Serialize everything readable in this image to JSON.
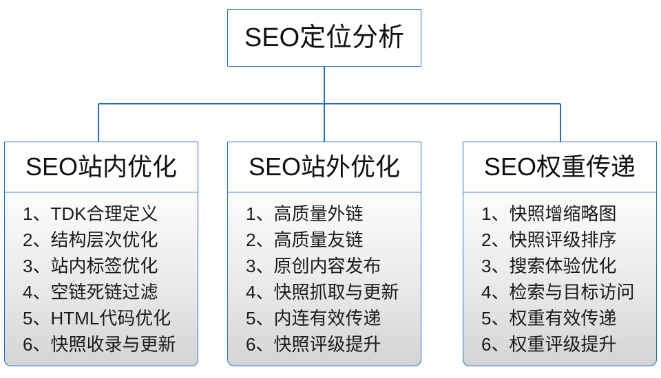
{
  "diagram": {
    "title_node": {
      "label": "SEO定位分析"
    },
    "accent_color": "#1F6FC4",
    "branches": [
      {
        "header": "SEO站内优化",
        "items": [
          "1、TDK合理定义",
          "2、结构层次优化",
          "3、站内标签优化",
          "4、空链死链过滤",
          "5、HTML代码优化",
          "6、快照收录与更新"
        ]
      },
      {
        "header": "SEO站外优化",
        "items": [
          "1、高质量外链",
          "2、高质量友链",
          "3、原创内容发布",
          "4、快照抓取与更新",
          "5、内连有效传递",
          "6、快照评级提升"
        ]
      },
      {
        "header": "SEO权重传递",
        "items": [
          "1、快照增缩略图",
          "2、快照评级排序",
          "3、搜索体验优化",
          "4、检索与目标访问",
          "5、权重有效传递",
          "6、权重评级提升"
        ]
      }
    ]
  }
}
